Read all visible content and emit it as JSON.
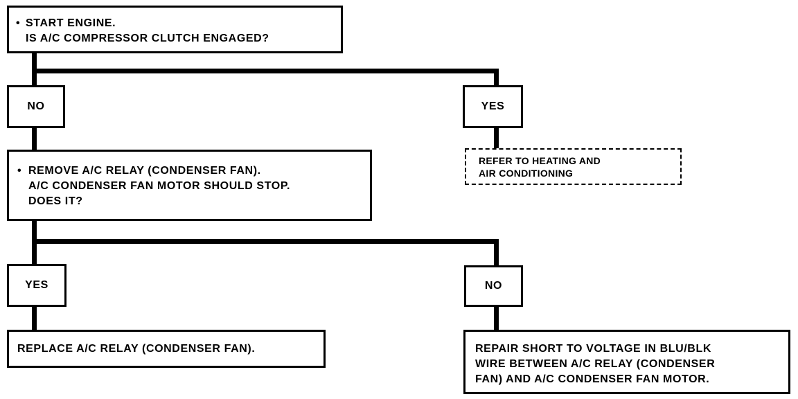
{
  "flowchart": {
    "step1": {
      "bullet": "•",
      "lines": [
        "START ENGINE.",
        "IS A/C COMPRESSOR CLUTCH ENGAGED?"
      ]
    },
    "branch1_left": "NO",
    "branch1_right": "YES",
    "refer": {
      "lines": [
        "REFER TO HEATING AND",
        "AIR CONDITIONING"
      ]
    },
    "step2": {
      "bullet": "•",
      "lines": [
        "REMOVE A/C RELAY (CONDENSER FAN).",
        "A/C CONDENSER FAN MOTOR SHOULD STOP.",
        "DOES IT?"
      ]
    },
    "branch2_left": "YES",
    "branch2_right": "NO",
    "replace": "REPLACE A/C RELAY (CONDENSER FAN).",
    "repair": {
      "lines": [
        "REPAIR SHORT TO VOLTAGE IN BLU/BLK",
        "WIRE BETWEEN A/C RELAY (CONDENSER",
        "FAN) AND A/C CONDENSER FAN MOTOR."
      ]
    }
  }
}
